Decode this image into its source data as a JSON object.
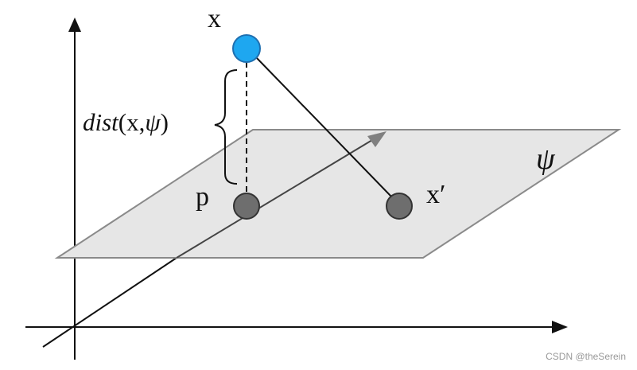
{
  "labels": {
    "point_x": "x",
    "point_p": "p",
    "point_x_prime": "x′",
    "plane_psi": "ψ",
    "distance": {
      "func": "dist",
      "open": "(",
      "arg1": "x",
      "comma": ",",
      "arg2": "ψ",
      "close": ")"
    }
  },
  "watermark": "CSDN @theSerein",
  "colors": {
    "point_x_fill": "#1ea7f0",
    "point_x_stroke": "#1f6fb0",
    "point_gray_fill": "#6e6e6e",
    "point_gray_stroke": "#333333",
    "plane_fill": "#e6e6e6",
    "plane_stroke": "#8a8a8a",
    "axis": "#111111",
    "depth_axis": "#808080"
  }
}
